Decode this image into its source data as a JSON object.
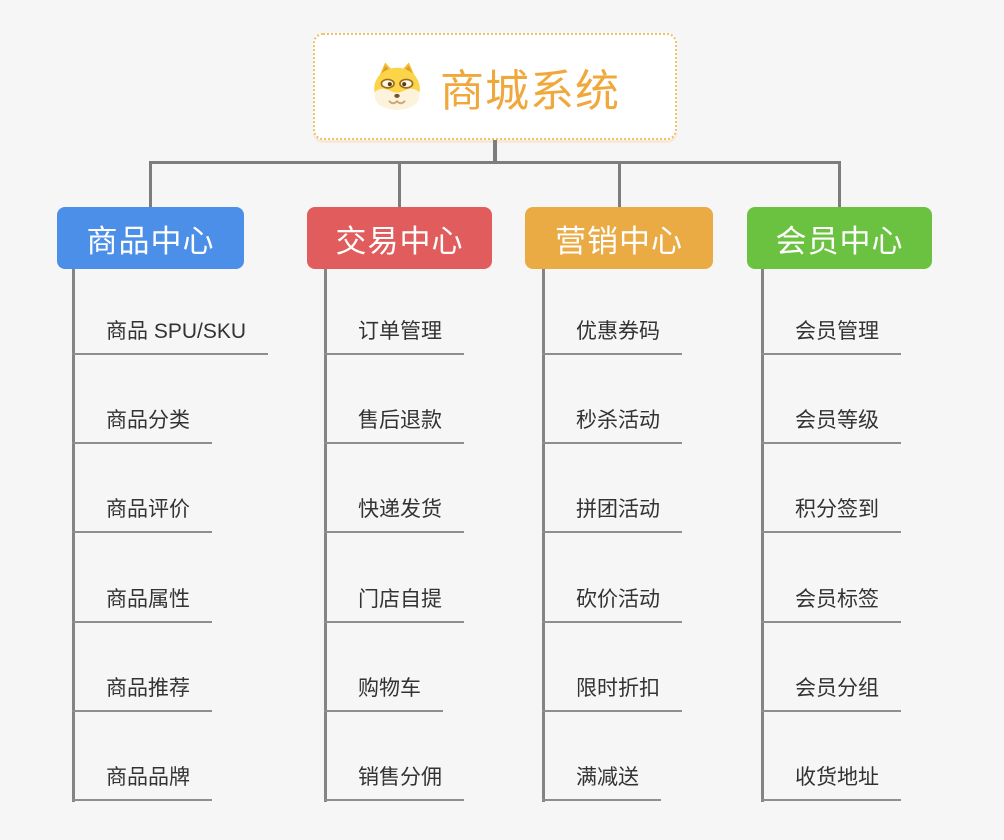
{
  "root": {
    "label": "商城系统",
    "icon": "doge-icon",
    "text_color": "#f0a83c",
    "border_color": "#f2be68"
  },
  "branches": [
    {
      "label": "商品中心",
      "color": "#4b8fe8",
      "children": [
        "商品 SPU/SKU",
        "商品分类",
        "商品评价",
        "商品属性",
        "商品推荐",
        "商品品牌"
      ]
    },
    {
      "label": "交易中心",
      "color": "#e15c5c",
      "children": [
        "订单管理",
        "售后退款",
        "快递发货",
        "门店自提",
        "购物车",
        "销售分佣"
      ]
    },
    {
      "label": "营销中心",
      "color": "#ebab44",
      "children": [
        "优惠券码",
        "秒杀活动",
        "拼团活动",
        "砍价活动",
        "限时折扣",
        "满减送"
      ]
    },
    {
      "label": "会员中心",
      "color": "#6bc240",
      "children": [
        "会员管理",
        "会员等级",
        "积分签到",
        "会员标签",
        "会员分组",
        "收货地址"
      ]
    }
  ],
  "colors": {
    "background": "#f6f6f7",
    "connector": "#7d7d7d",
    "child_underline": "#8e8e8e",
    "child_text": "#333333",
    "branch_text": "#ffffff"
  }
}
